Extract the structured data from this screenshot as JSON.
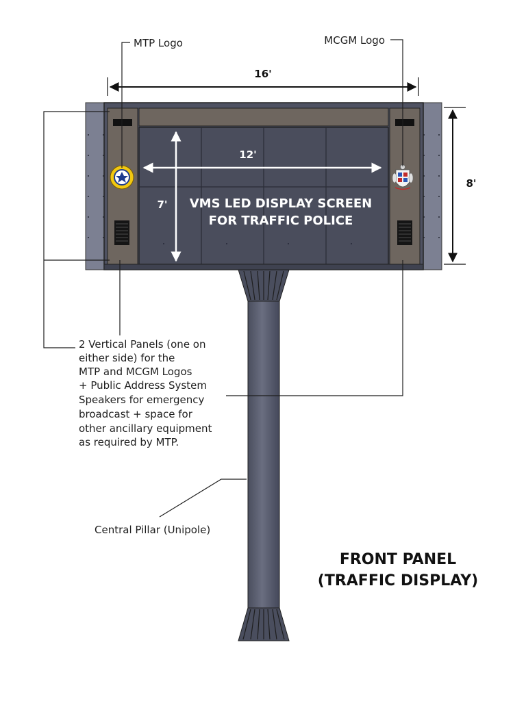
{
  "labels": {
    "mtp_logo": "MTP Logo",
    "mcgm_logo": "MCGM Logo",
    "panels_note": [
      "2 Vertical Panels (one on",
      "either side) for the",
      "MTP and MCGM Logos",
      "+ Public Address System",
      "Speakers for emergency",
      "broadcast + space for",
      "other ancillary equipment",
      "as required by MTP."
    ],
    "pillar": "Central Pillar (Unipole)"
  },
  "dimensions": {
    "overall_width": "16'",
    "overall_height": "8'",
    "screen_width": "12'",
    "screen_height": "7'"
  },
  "screen": {
    "line1": "VMS LED DISPLAY SCREEN",
    "line2": "FOR TRAFFIC POLICE"
  },
  "title": {
    "line1": "FRONT PANEL",
    "line2": "(TRAFFIC DISPLAY)"
  },
  "colors": {
    "frame": "#5a5d6c",
    "side_cladding": "#7c8092",
    "side_panel": "#6e665f",
    "screen": "#4a4d5c",
    "pillar": "#565a6c",
    "line": "#1e1e1e"
  }
}
